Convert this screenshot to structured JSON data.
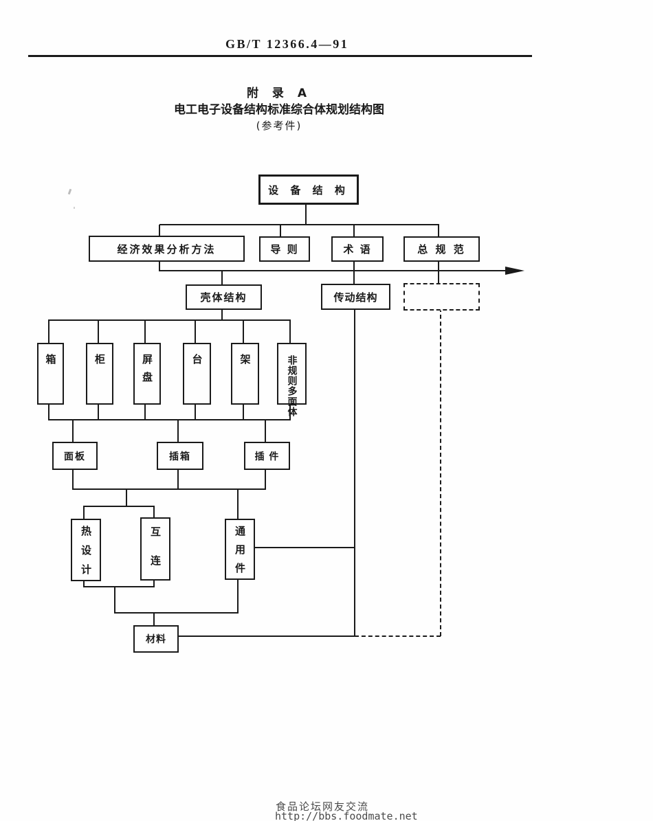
{
  "header": {
    "standard_code": "GB/T 12366.4—91"
  },
  "title_block": {
    "appendix": "附 录 A",
    "title": "电工电子设备结构标准综合体规划结构图",
    "note": "(参考件)"
  },
  "diagram": {
    "nodes": {
      "equipment_structure": "设 备 结 构",
      "economic_effect_analysis_method": "经济效果分析方法",
      "guidelines": "导 则",
      "terminology": "术 语",
      "general_specification": "总 规 范",
      "shell_structure": "壳体结构",
      "transmission_structure": "传动结构",
      "reserved_dashed_box": "",
      "box": "箱",
      "cabinet": "柜",
      "panel_board": "屏盘",
      "console": "台",
      "rack": "架",
      "irregular_polyhedron": "非规则多面体",
      "front_panel": "面板",
      "subrack": "插箱",
      "plug_in_unit": "插 件",
      "thermal_design": "热设计",
      "interconnection": "互连",
      "common_parts": "通用件",
      "material": "材料"
    }
  },
  "footer": {
    "line1": "食品论坛网友交流",
    "line2": "http://bbs.foodmate.net"
  }
}
